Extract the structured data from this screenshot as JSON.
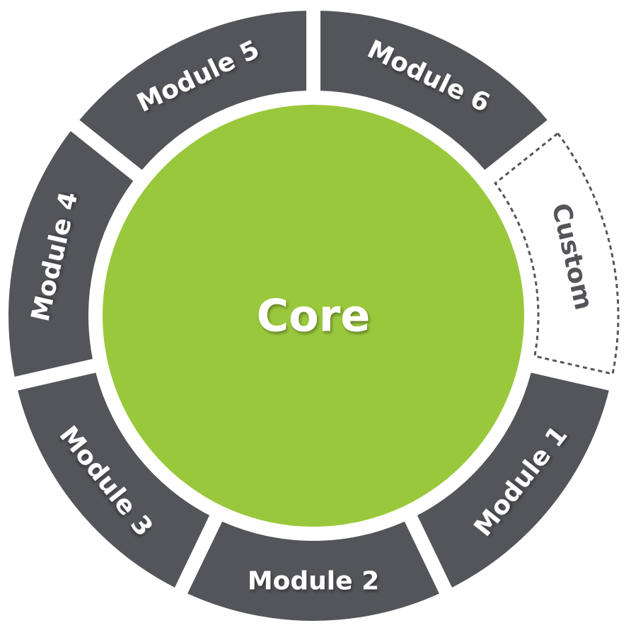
{
  "title": "Core and modules ring diagram",
  "core": {
    "label": "Core",
    "color": "#9ac83c"
  },
  "segments": [
    {
      "label": "Module 6",
      "style": "solid"
    },
    {
      "label": "Custom",
      "style": "dashed"
    },
    {
      "label": "Module 1",
      "style": "solid"
    },
    {
      "label": "Module 2",
      "style": "solid"
    },
    {
      "label": "Module 3",
      "style": "solid"
    },
    {
      "label": "Module 4",
      "style": "solid"
    },
    {
      "label": "Module 5",
      "style": "solid"
    }
  ],
  "colors": {
    "segment": "#54555a",
    "dashed_stroke": "#55565b",
    "custom_text": "#54555a",
    "text": "#ffffff"
  }
}
